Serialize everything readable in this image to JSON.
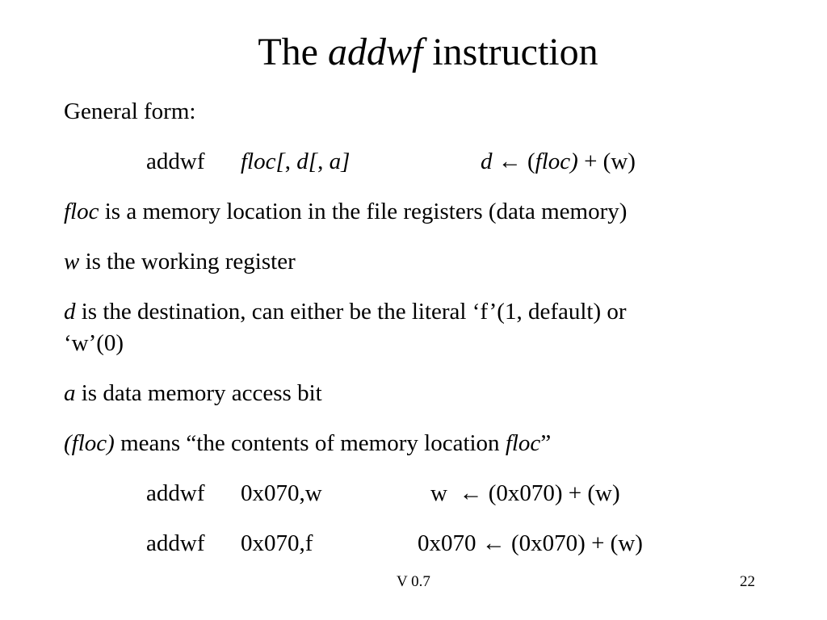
{
  "slide": {
    "title_prefix": "The ",
    "title_italic": "addwf",
    "title_suffix": " instruction",
    "general_form_label": "General form:",
    "form": {
      "mnemonic": "addwf",
      "operands_1": "floc[",
      "operands_2": ", ",
      "operands_3": "d[",
      "operands_4": ", ",
      "operands_5": "a]",
      "dest": "d",
      "arrow": "←",
      "open_paren": " (",
      "floc": "floc)",
      "plus_w": " + (w)"
    },
    "line_floc": {
      "italic": "floc",
      "rest": " is a memory location in the file registers (data memory)"
    },
    "line_w": {
      "italic": "w",
      "rest": " is the working register"
    },
    "line_d": {
      "italic": "d",
      "rest": " is the destination, can either be the literal ‘f’(1, default) or",
      "cont": "‘w’(0)"
    },
    "line_a": {
      "italic": "a",
      "rest": " is data memory access bit"
    },
    "line_paren": {
      "italic": "(floc)",
      "mid": " means “the contents of memory location ",
      "italic2": "floc",
      "end": "”"
    },
    "example1": {
      "mnemonic": "addwf",
      "operand": "0x070,w",
      "result": "w  ← (0x070) + (w)"
    },
    "example2": {
      "mnemonic": "addwf",
      "operand": "0x070,f",
      "result": "0x070 ← (0x070) + (w)"
    }
  },
  "footer": {
    "version": "V 0.7",
    "page": "22"
  }
}
